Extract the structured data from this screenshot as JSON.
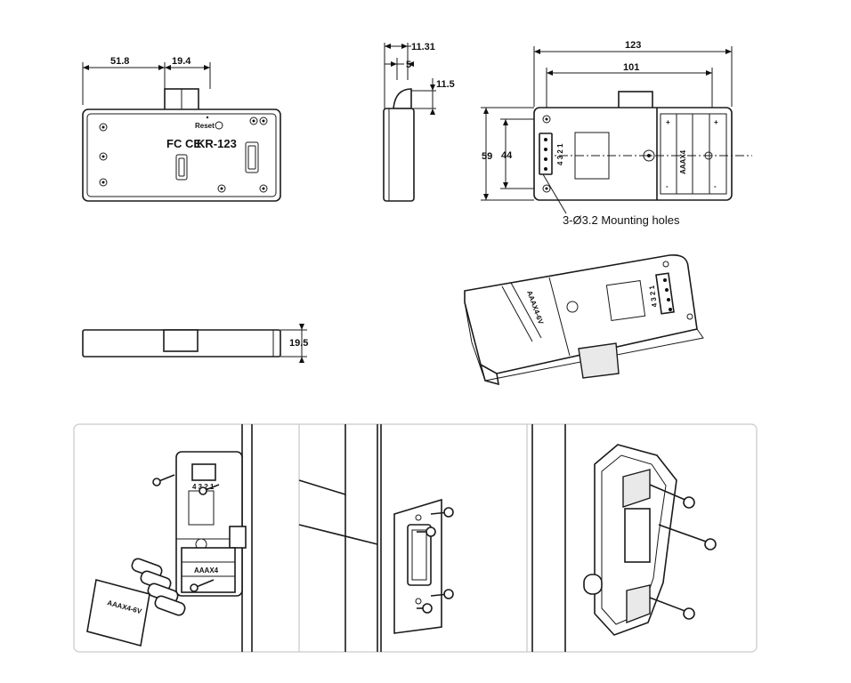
{
  "dimensions": {
    "front_left": "51.8",
    "front_latch": "19.4",
    "side_top": "11.31",
    "side_mid": "5",
    "side_latch": "11.5",
    "back_width": "123",
    "back_inner": "101",
    "back_height": "59",
    "back_inner_height": "44",
    "bottom_thickness": "19.5"
  },
  "front_labels": {
    "reset": "Reset",
    "cert": "FC CE",
    "model": "KR-123"
  },
  "mounting_note": "3-Ø3.2 Mounting holes",
  "back_pins": "4 3 2 1",
  "battery_label": "AAAX4",
  "iso_pins": "4 3 2 1",
  "iso_label": "AAAX4-6V",
  "install_panel1": {
    "pins": "4 3 2 1",
    "battery_strip": "AAAX4",
    "cover_text": "AAAX4-6V"
  }
}
